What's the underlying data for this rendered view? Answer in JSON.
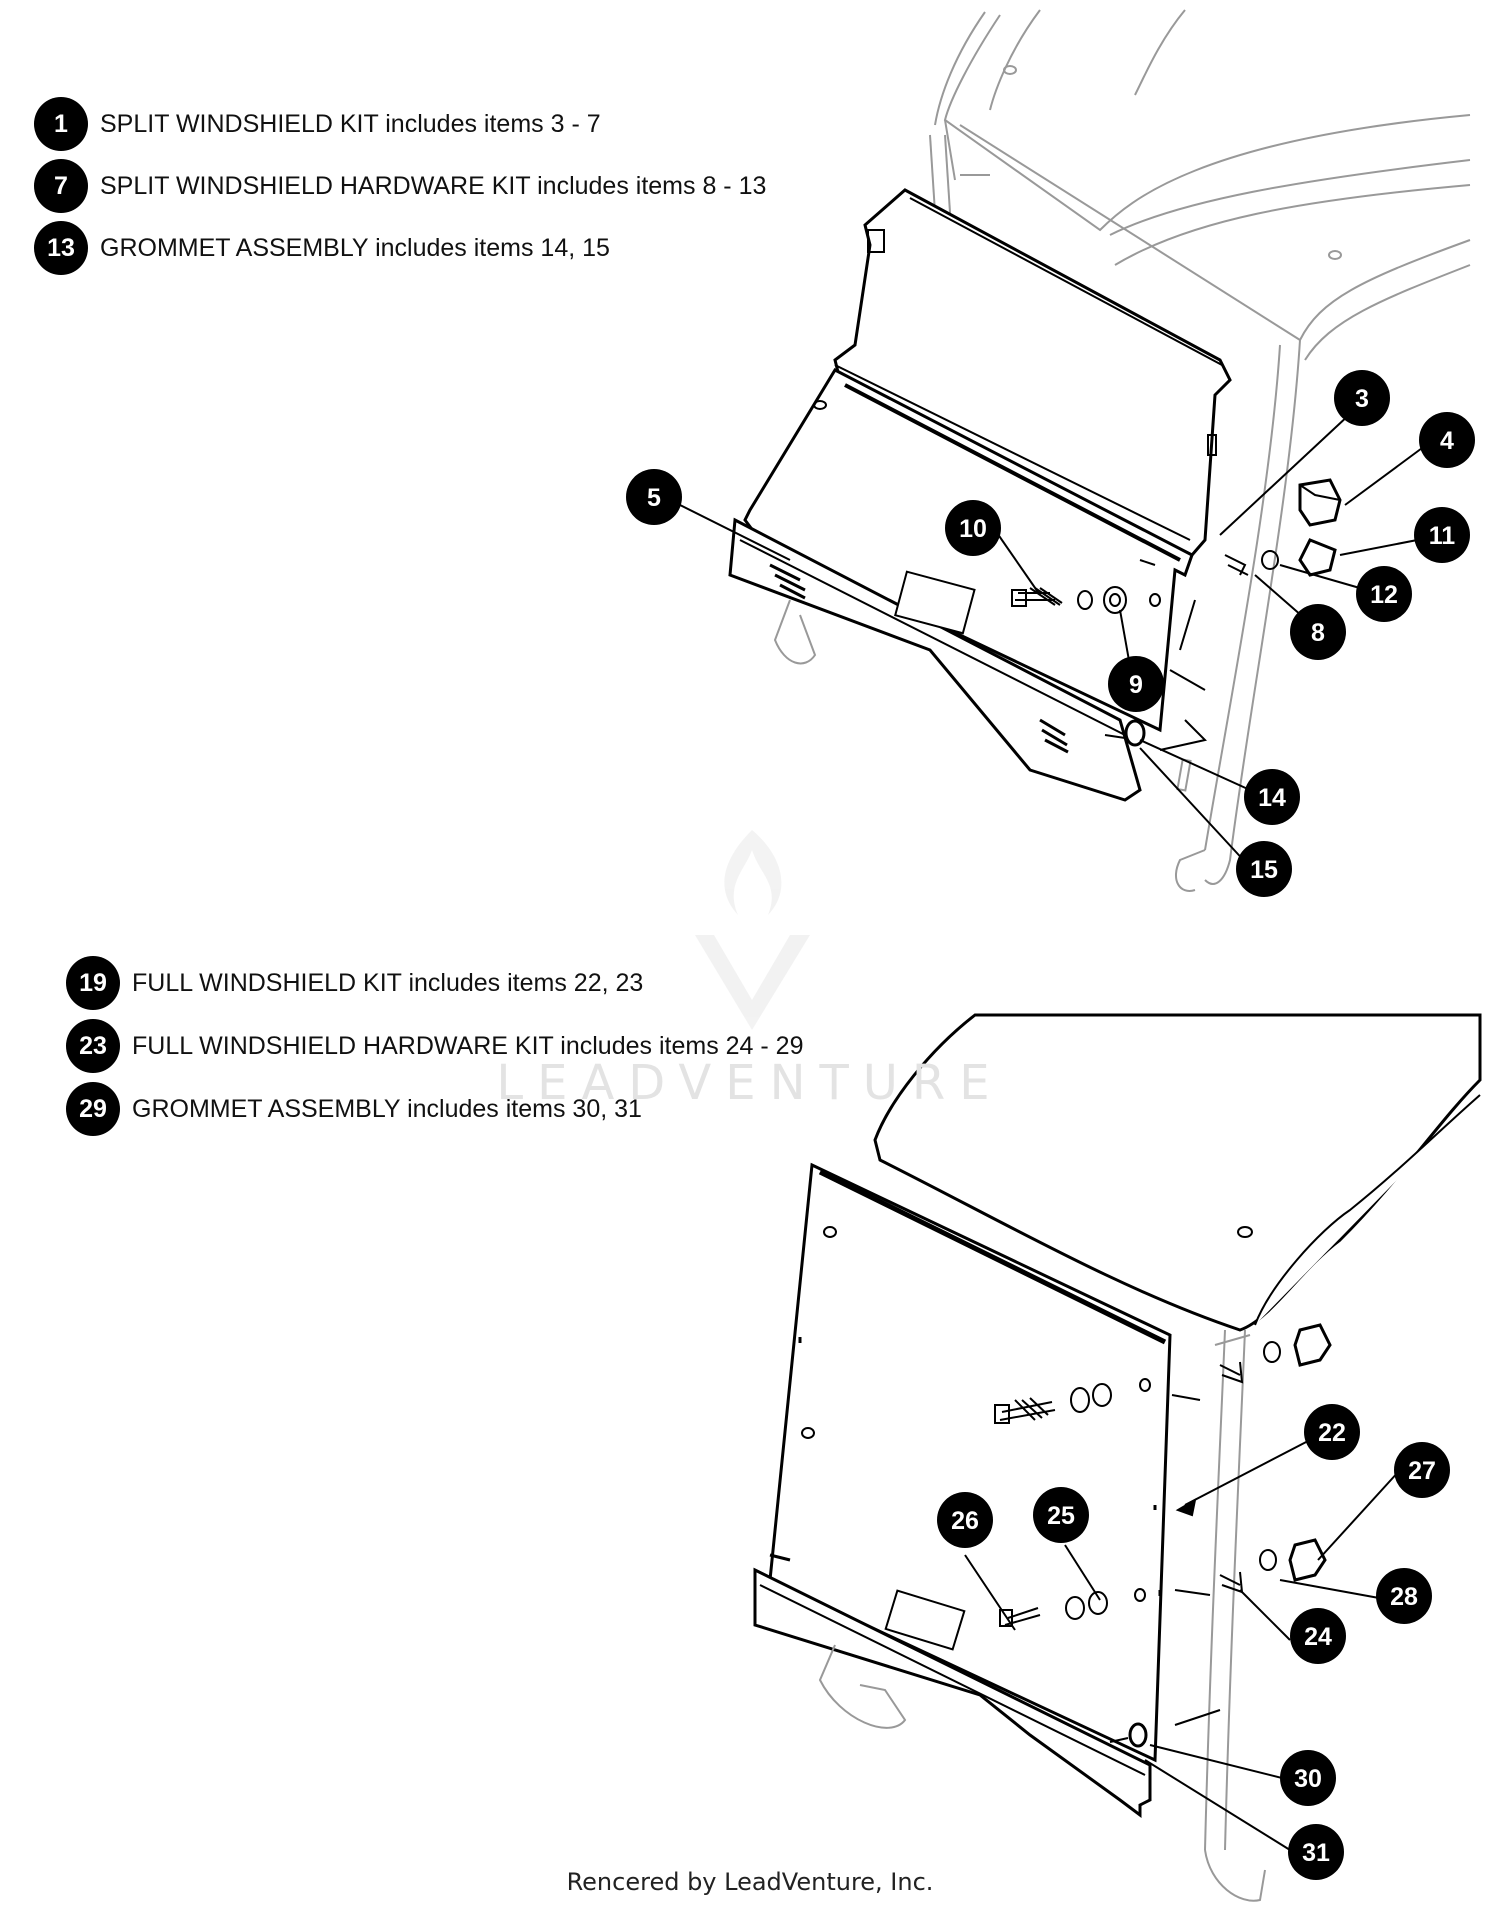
{
  "kits": [
    {
      "num": "1",
      "text": "SPLIT WINDSHIELD KIT includes items 3 - 7"
    },
    {
      "num": "7",
      "text": "SPLIT WINDSHIELD HARDWARE KIT includes items 8 - 13"
    },
    {
      "num": "13",
      "text": "GROMMET ASSEMBLY includes items 14, 15"
    },
    {
      "num": "19",
      "text": "FULL WINDSHIELD KIT includes items 22, 23"
    },
    {
      "num": "23",
      "text": "FULL WINDSHIELD HARDWARE KIT includes items 24 - 29"
    },
    {
      "num": "29",
      "text": "GROMMET ASSEMBLY includes items 30, 31"
    }
  ],
  "callouts": {
    "c3": "3",
    "c4": "4",
    "c5": "5",
    "c8": "8",
    "c9": "9",
    "c10": "10",
    "c11": "11",
    "c12": "12",
    "c14": "14",
    "c15": "15",
    "c22": "22",
    "c24": "24",
    "c25": "25",
    "c26": "26",
    "c27": "27",
    "c28": "28",
    "c30": "30",
    "c31": "31"
  },
  "watermark": "LEADVENTURE",
  "footer": "Rencered by LeadVenture, Inc."
}
